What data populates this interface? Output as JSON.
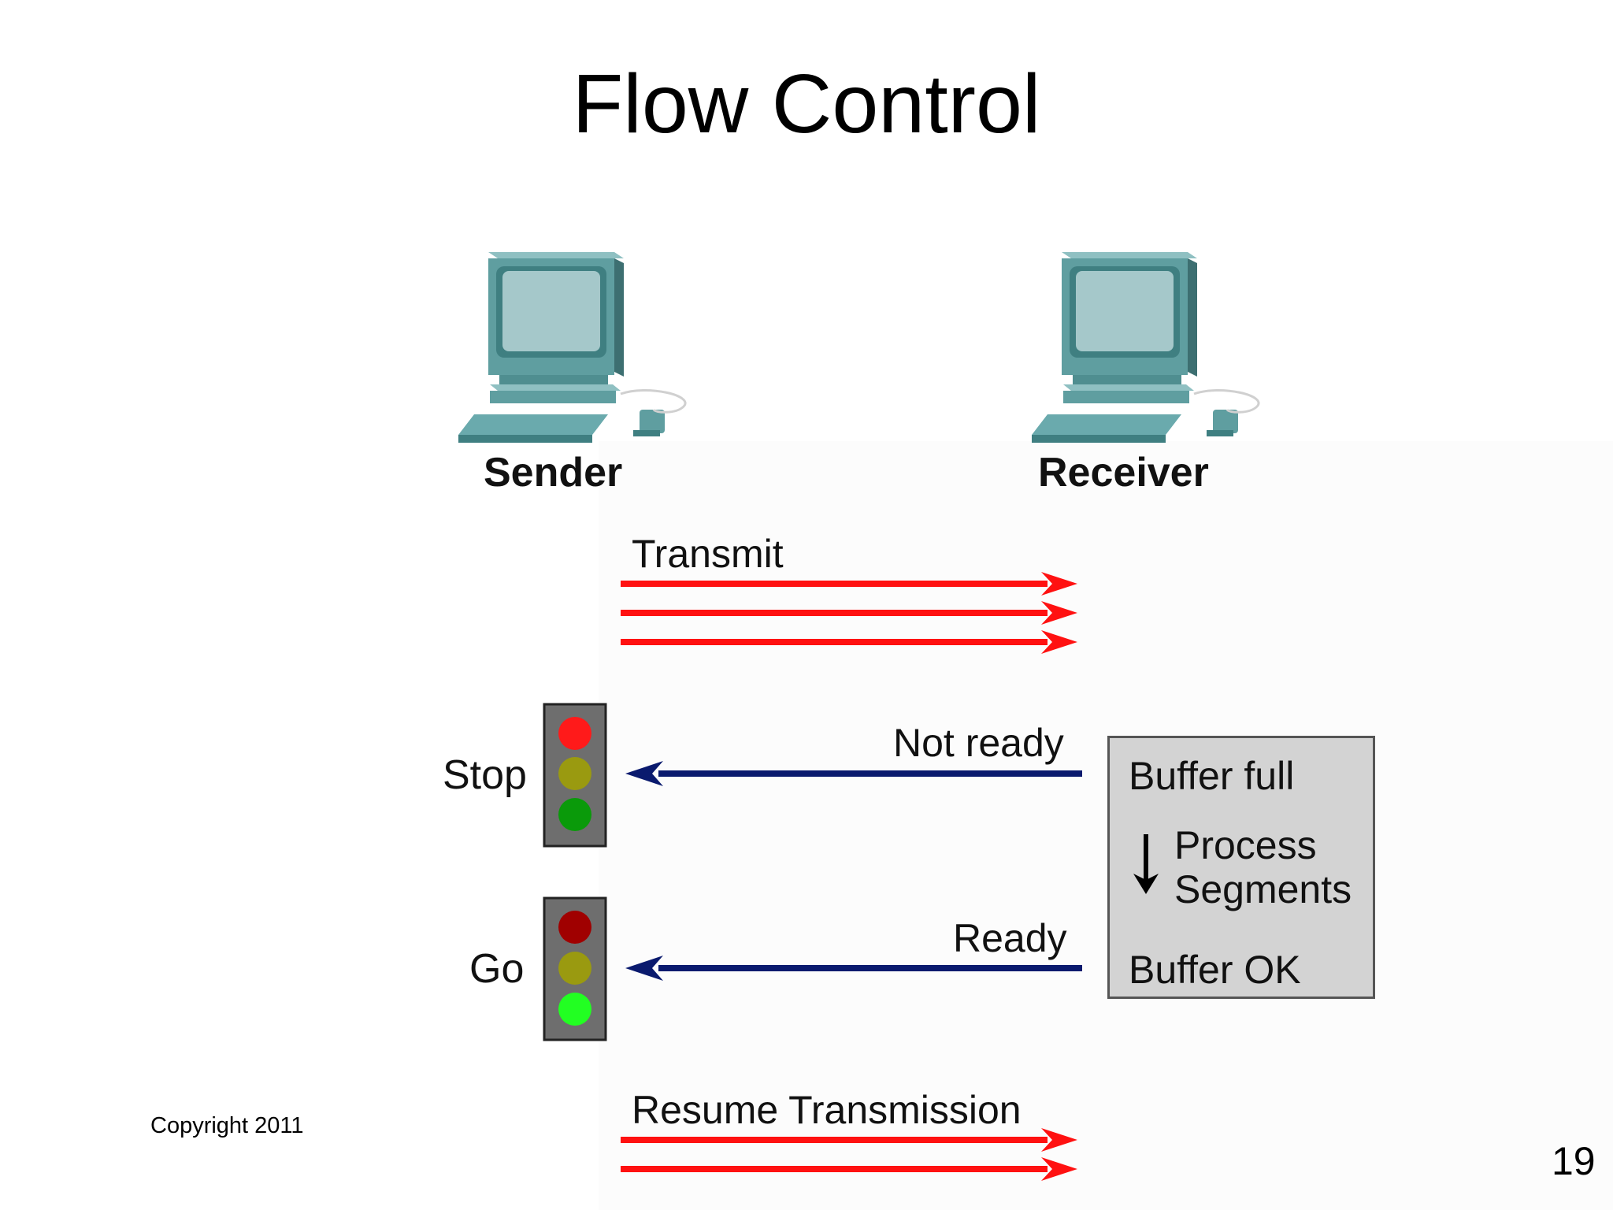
{
  "slide": {
    "title": "Flow Control",
    "copyright": "Copyright 2011",
    "page_number": "19"
  },
  "nodes": {
    "sender": "Sender",
    "receiver": "Receiver"
  },
  "messages": {
    "transmit": "Transmit",
    "not_ready": "Not ready",
    "ready": "Ready",
    "resume": "Resume Transmission"
  },
  "lights": {
    "stop": "Stop",
    "go": "Go"
  },
  "buffer": {
    "full": "Buffer full",
    "process_line1": "Process",
    "process_line2": "Segments",
    "ok": "Buffer OK"
  },
  "colors": {
    "data_arrow": "#ff1111",
    "control_arrow": "#0a1a6e",
    "computer": "#5f9ea0",
    "light_red_on": "#ff1a1a",
    "light_red_off": "#a00000",
    "light_yellow_dim": "#9a9a10",
    "light_green_on": "#22ff22",
    "light_green_off": "#0a9a0a"
  }
}
